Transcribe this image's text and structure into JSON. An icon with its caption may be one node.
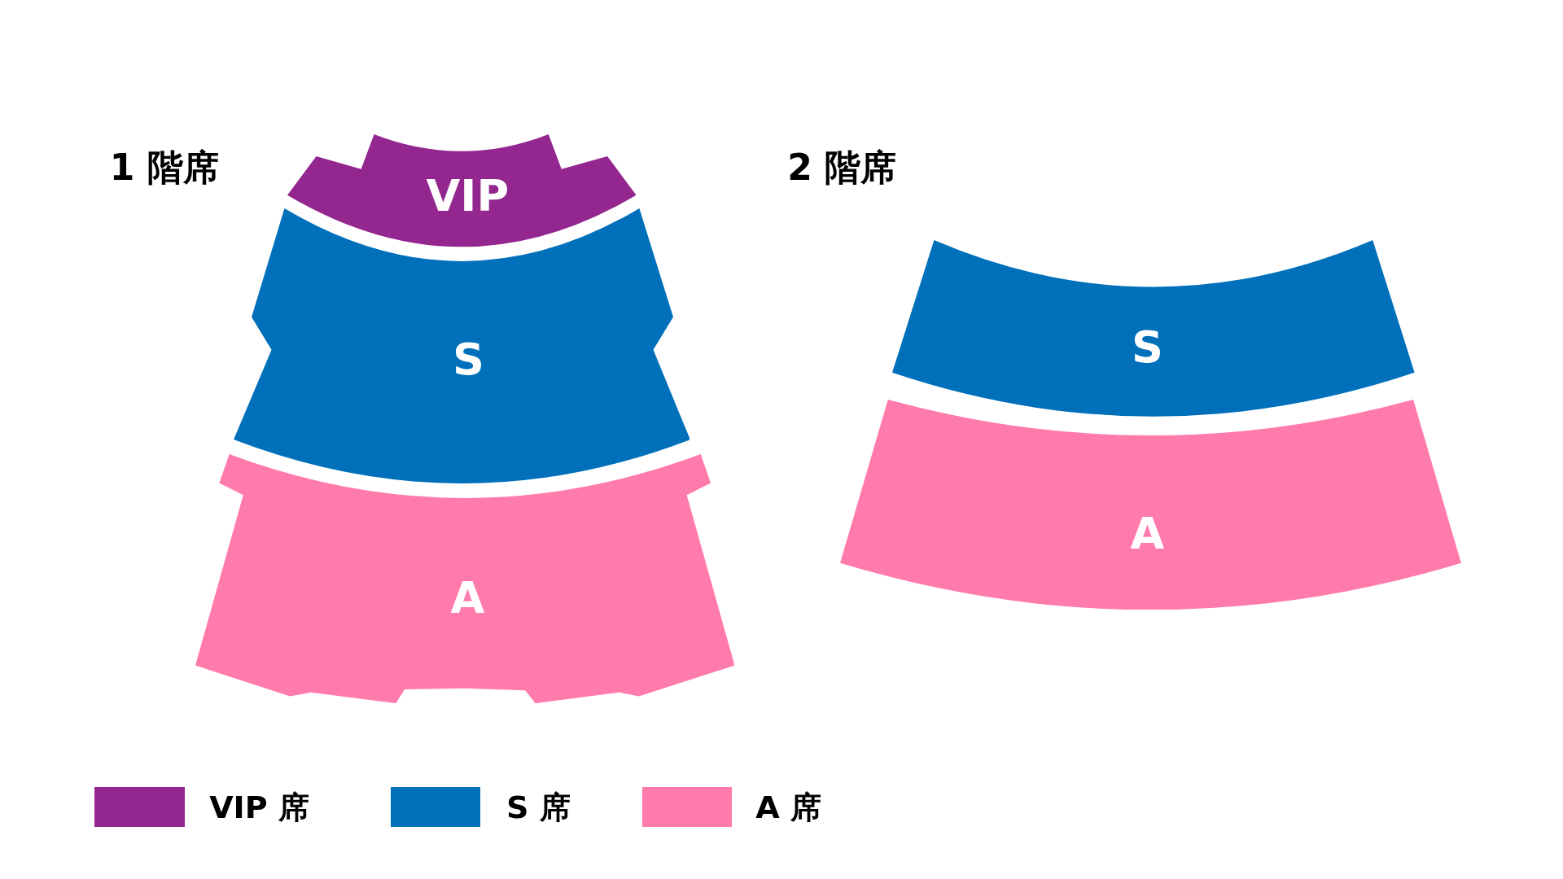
{
  "diagram": {
    "nodes": [
      {
        "text": [
          "VIP"
        ]
      },
      {
        "text": [
          "S"
        ]
      },
      {
        "text": [
          "A"
        ]
      },
      {
        "text": [
          "S"
        ]
      },
      {
        "text": [
          "A"
        ]
      }
    ],
    "labels": [
      "1 階席",
      "2 階席"
    ],
    "legend": [
      {
        "text": "VIP 席",
        "color": "#93268f"
      },
      {
        "text": "S 席",
        "color": "#0070bb"
      },
      {
        "text": "A 席",
        "color": "#ff7bac"
      }
    ]
  }
}
